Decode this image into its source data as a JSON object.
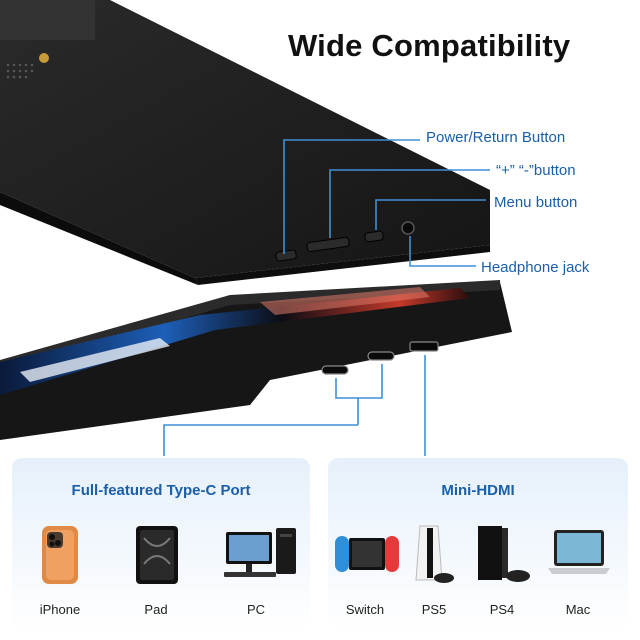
{
  "headline": "Wide Compatibility",
  "callouts": {
    "power_return": "Power/Return Button",
    "plus_minus": "“+” “-”button",
    "menu": "Menu button",
    "headphone": "Headphone jack"
  },
  "colors": {
    "accent": "#1a5fa8",
    "line": "#3d8fd6",
    "device": "#1b1b1b"
  },
  "typec_card": {
    "title": "Full-featured Type-C Port",
    "devices": [
      {
        "label": "iPhone",
        "icon": "iphone-icon"
      },
      {
        "label": "Pad",
        "icon": "tablet-icon"
      },
      {
        "label": "PC",
        "icon": "desktop-pc-icon"
      }
    ]
  },
  "hdmi_card": {
    "title": "Mini-HDMI",
    "devices": [
      {
        "label": "Switch",
        "icon": "game-console-switch-icon"
      },
      {
        "label": "PS5",
        "icon": "ps5-console-icon"
      },
      {
        "label": "PS4",
        "icon": "ps4-console-icon"
      },
      {
        "label": "Mac",
        "icon": "laptop-icon"
      }
    ]
  }
}
